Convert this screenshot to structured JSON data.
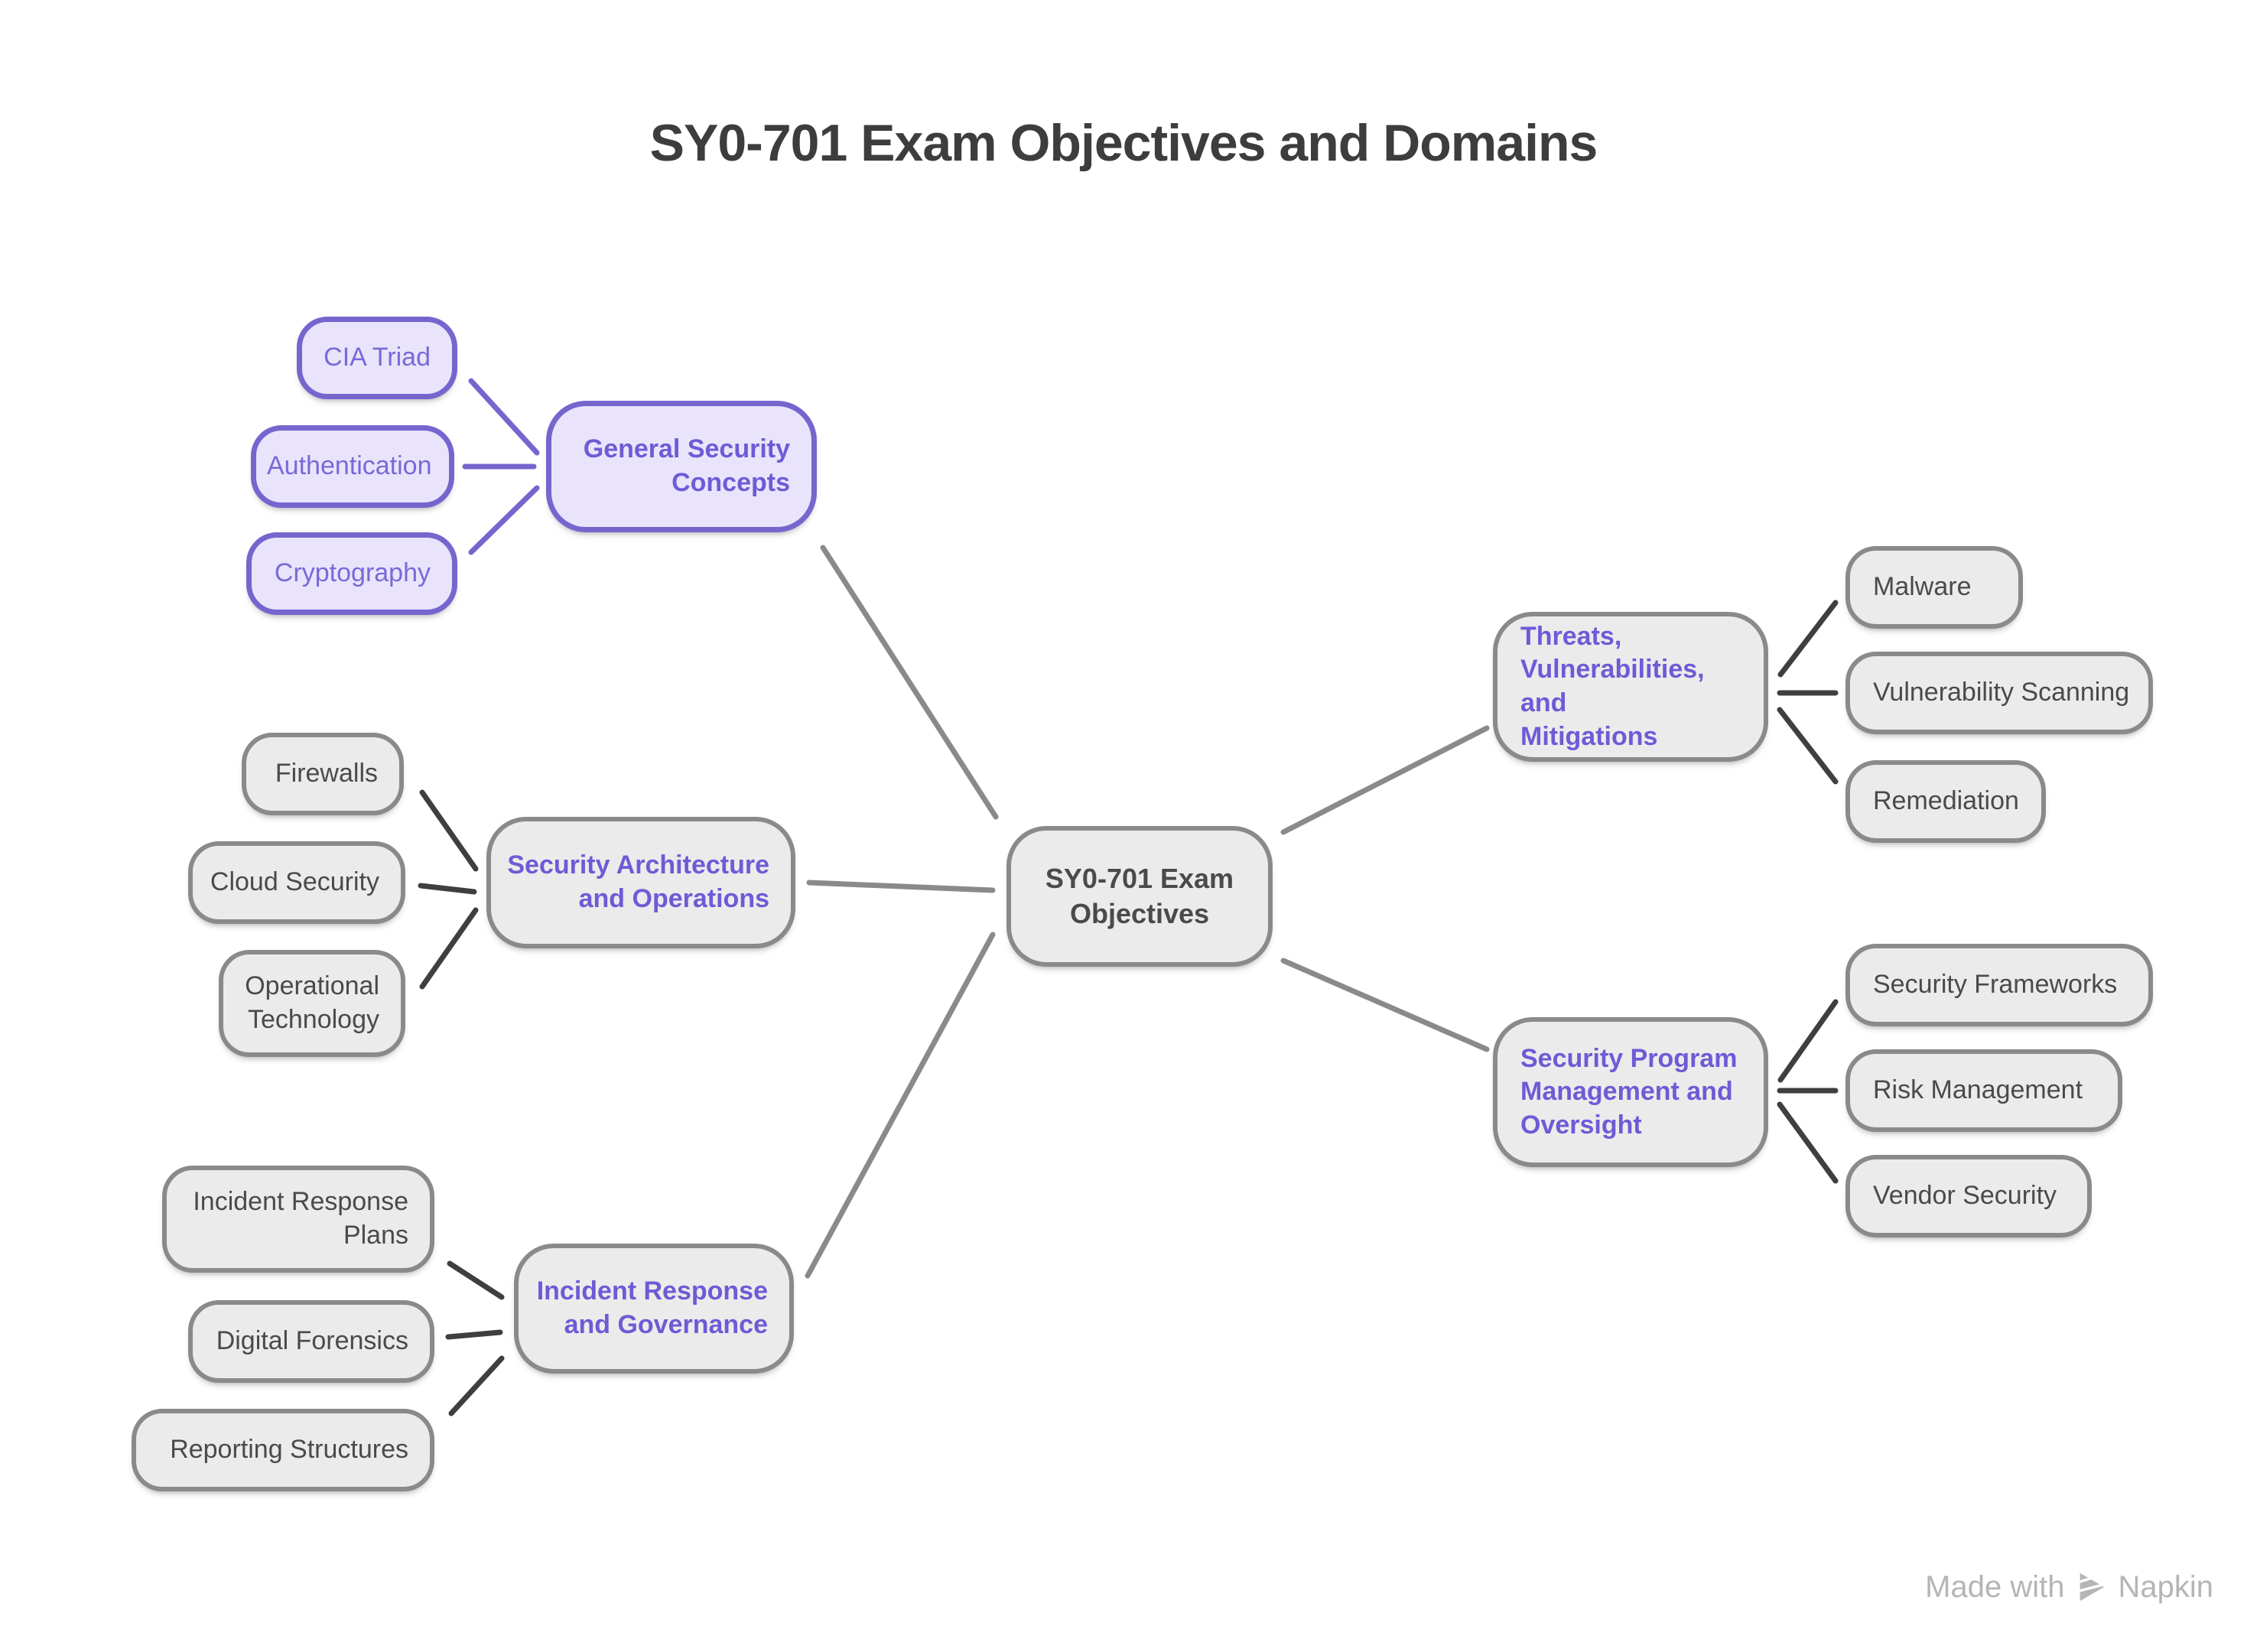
{
  "title": "SY0-701 Exam Objectives and Domains",
  "colors": {
    "purple_border": "#7566CE",
    "purple_fill": "#E9E4FB",
    "purple_text": "#7A68D8",
    "purple_accent": "#6D5BD6",
    "gray_fill": "#EBEBEB",
    "gray_border": "#8A8A8A",
    "dark_text": "#4A4A4A",
    "edge_gray": "#8A8A8A",
    "edge_dark": "#3F3F3F",
    "title_color": "#3D3D3D",
    "watermark_color": "#B5B5B5",
    "background": "#FFFFFF"
  },
  "nodes": {
    "hub": "SY0-701 Exam\nObjectives",
    "gsc": "General Security\nConcepts",
    "cia": "CIA Triad",
    "auth": "Authentication",
    "crypto": "Cryptography",
    "sao": "Security Architecture\nand Operations",
    "firewalls": "Firewalls",
    "cloud": "Cloud Security",
    "optech": "Operational\nTechnology",
    "irg": "Incident Response\nand Governance",
    "irp": "Incident Response\nPlans",
    "df": "Digital Forensics",
    "rs": "Reporting Structures",
    "threats": "Threats,\nVulnerabilities, and\nMitigations",
    "malware": "Malware",
    "vuln": "Vulnerability Scanning",
    "remediation": "Remediation",
    "spmo": "Security Program\nManagement and\nOversight",
    "sf": "Security Frameworks",
    "rm": "Risk Management",
    "vendor": "Vendor Security"
  },
  "watermark": {
    "made_with": "Made with",
    "brand": "Napkin"
  }
}
